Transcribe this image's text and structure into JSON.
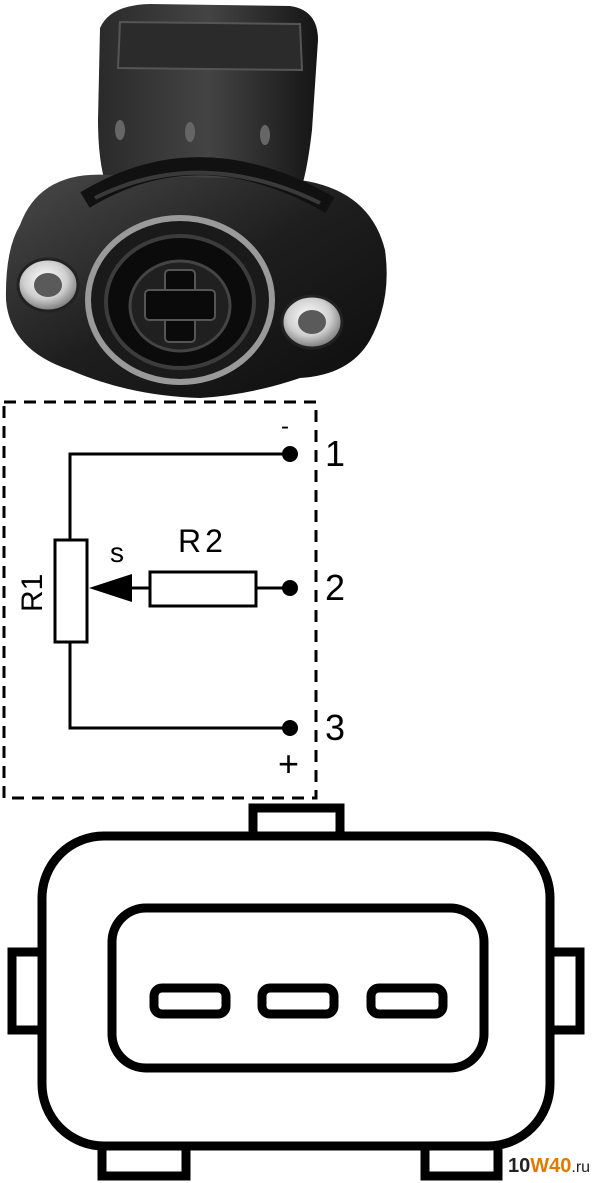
{
  "schematic": {
    "pins": [
      {
        "number": "1",
        "polarity": "-"
      },
      {
        "number": "2",
        "polarity": ""
      },
      {
        "number": "3",
        "polarity": "+"
      }
    ],
    "resistor_main": "R1",
    "resistor_series": "R2",
    "wiper": "s"
  },
  "watermark": {
    "part1": "10",
    "part2": "W40",
    "part3": ".ru"
  },
  "colors": {
    "line": "#000000",
    "background": "#ffffff",
    "watermark_orange": "#e07b00"
  }
}
